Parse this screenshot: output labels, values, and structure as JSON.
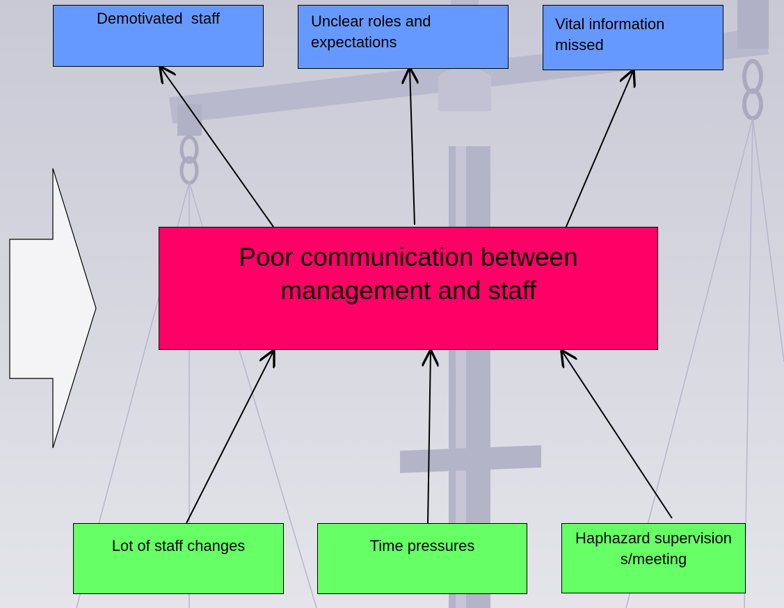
{
  "diagram": {
    "center": "Poor communication between management and staff",
    "effects": [
      "Demotivated  staff",
      "Unclear roles and expectations",
      "Vital information missed"
    ],
    "causes": [
      "Lot of staff changes",
      "Time pressures",
      "Haphazard supervisions/meeting"
    ],
    "colors": {
      "center": "#ff0066",
      "effects": "#6699ff",
      "causes": "#66ff66",
      "background": "#dcdce4",
      "arrow_shape": "#f4f4f6"
    }
  }
}
